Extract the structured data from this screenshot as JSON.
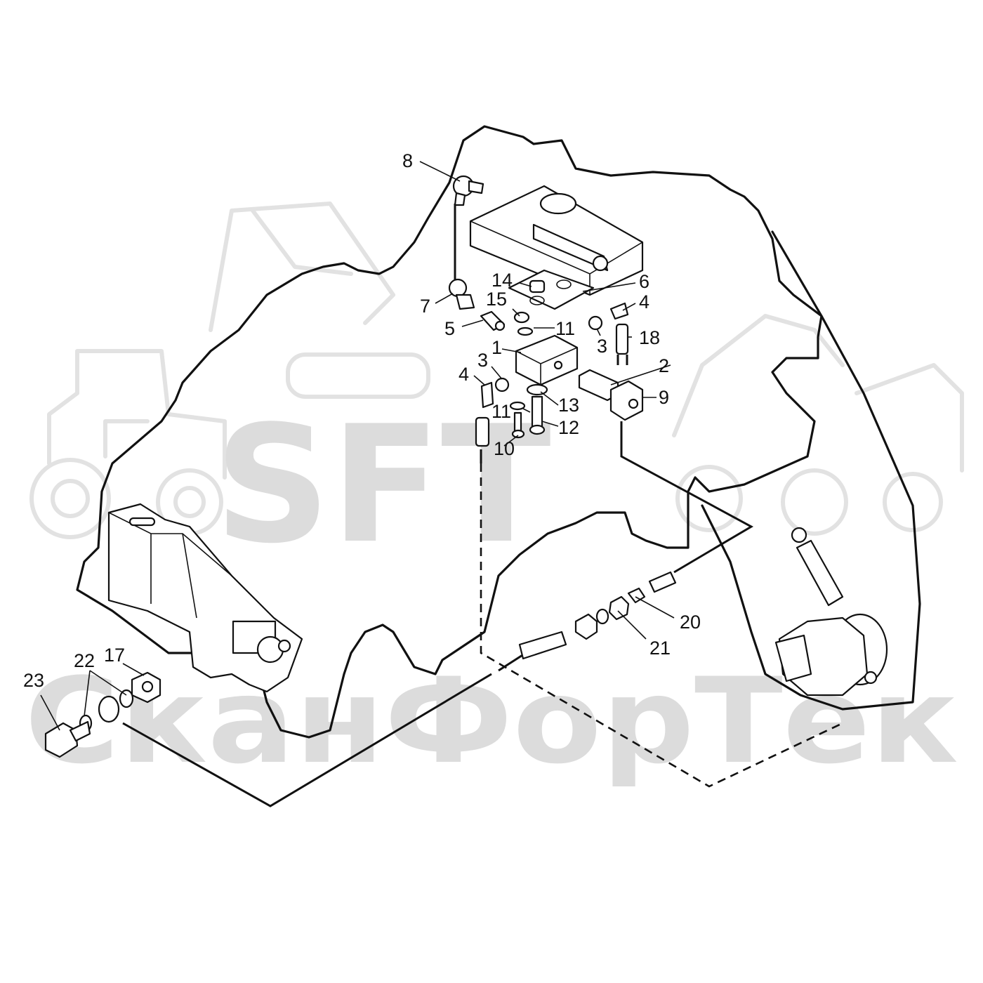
{
  "watermark": {
    "logo_text": "SFT",
    "brand_text": "СканФорТек"
  },
  "callouts": [
    "8",
    "7",
    "5",
    "14",
    "15",
    "11",
    "6",
    "4",
    "3",
    "18",
    "1",
    "2",
    "9",
    "3",
    "4",
    "11",
    "13",
    "12",
    "10",
    "20",
    "21",
    "17",
    "22",
    "23"
  ]
}
